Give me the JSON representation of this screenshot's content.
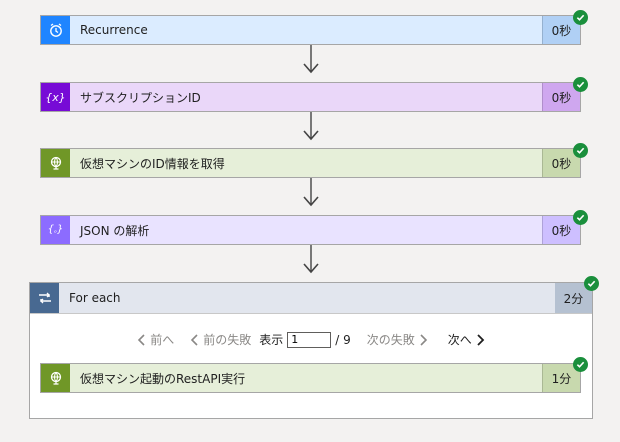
{
  "steps": [
    {
      "label": "Recurrence",
      "duration": "0秒",
      "icon": "alarm-clock-icon",
      "color": "#1f85ff"
    },
    {
      "label": "サブスクリプションID",
      "duration": "0秒",
      "icon": "variable-icon",
      "color": "#770bd6"
    },
    {
      "label": "仮想マシンのID情報を取得",
      "duration": "0秒",
      "icon": "globe-icon",
      "color": "#709727"
    },
    {
      "label": "JSON の解析",
      "duration": "0秒",
      "icon": "data-operation-icon",
      "color": "#8c6cff"
    }
  ],
  "foreach": {
    "label": "For each",
    "duration": "2分",
    "pager": {
      "prev": "前へ",
      "prev_failed": "前の失敗",
      "show": "表示",
      "current": "1",
      "total": "/ 9",
      "next_failed": "次の失敗",
      "next": "次へ"
    },
    "inner": {
      "label": "仮想マシン起動のRestAPI実行",
      "duration": "1分",
      "icon": "globe-icon",
      "color": "#709727"
    }
  }
}
